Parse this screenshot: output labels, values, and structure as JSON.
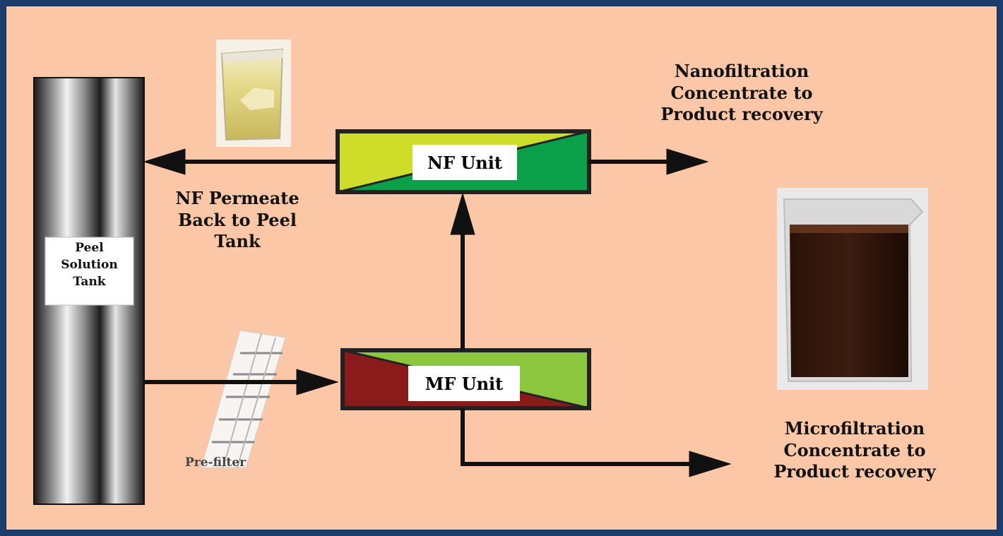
{
  "tank": {
    "label": "Peel\nSolution\nTank"
  },
  "nf_unit": {
    "label": "NF Unit"
  },
  "mf_unit": {
    "label": "MF Unit"
  },
  "nf_permeate": {
    "label": "NF Permeate\nBack to Peel\nTank"
  },
  "nf_concentrate": {
    "label": "Nanofiltration\nConcentrate to\nProduct recovery"
  },
  "mf_concentrate": {
    "label": "Microfiltration\nConcentrate to\nProduct recovery"
  },
  "prefilter": {
    "label": "Pre-filter"
  },
  "colors": {
    "background": "#fbc7a6",
    "frame": "#1b3d6b",
    "nf_light": "#cddd2a",
    "nf_dark": "#0aa04a",
    "mf_light": "#8cc63f",
    "mf_dark": "#8b1a1a",
    "arrow": "#111111"
  }
}
